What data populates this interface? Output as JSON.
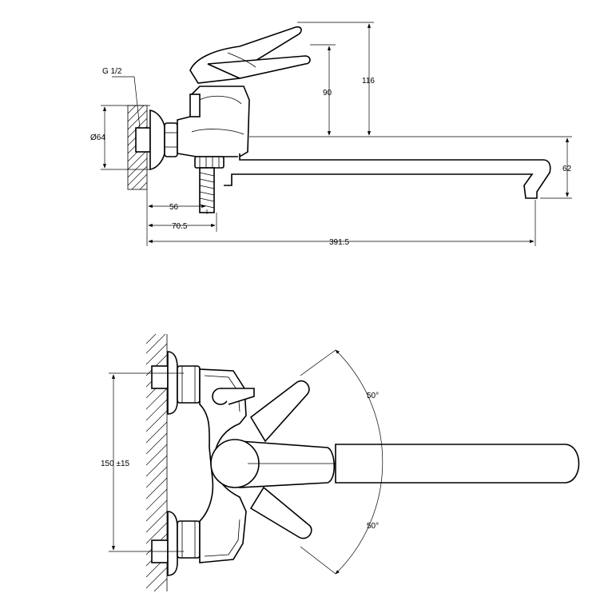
{
  "labels": {
    "thread": "G 1/2",
    "diameter": "Ø64",
    "d90": "90",
    "d116": "116",
    "d62": "62",
    "d56": "56",
    "d70_5": "70.5",
    "d391_5": "391.5",
    "spacing": "150 ±15",
    "angle_top": "50°",
    "angle_bottom": "50°"
  }
}
